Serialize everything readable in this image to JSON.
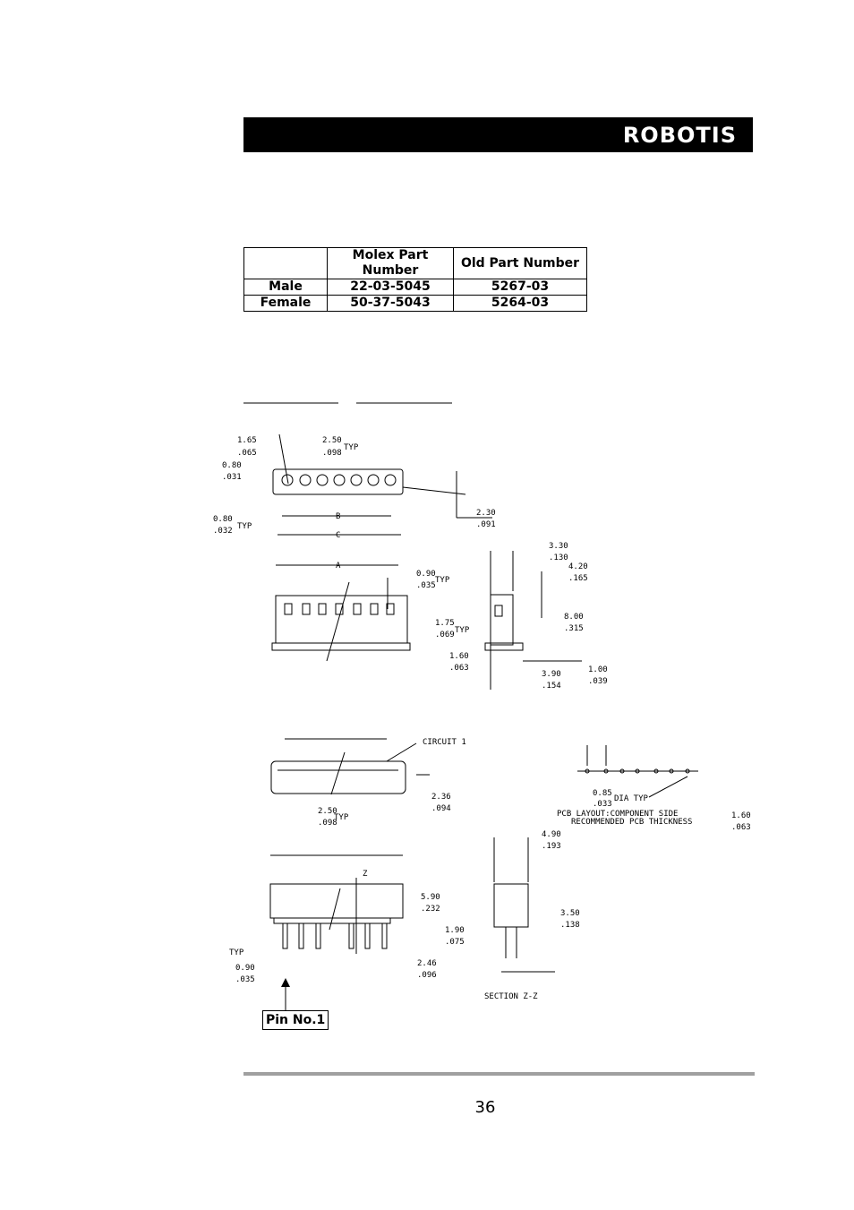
{
  "header": {
    "logo_text": "ROBOTIS"
  },
  "parts_table": {
    "columns": [
      "",
      "Molex Part Number",
      "Old Part Number"
    ],
    "rows": [
      {
        "label": "Male",
        "molex": "22-03-5045",
        "old": "5267-03"
      },
      {
        "label": "Female",
        "molex": "50-37-5043",
        "old": "5264-03"
      }
    ]
  },
  "drawing": {
    "dims": [
      "1.65",
      ".065",
      "2.50",
      "TYP",
      ".098",
      "0.80",
      ".031",
      "0.80",
      "TYP",
      ".032",
      "B",
      "C",
      "2.30",
      ".091",
      "A",
      "0.90",
      "TYP",
      ".035",
      "1.75",
      "TYP",
      ".069",
      "3.30",
      ".130",
      "4.20",
      ".165",
      "8.00",
      ".315",
      "1.60",
      ".063",
      "3.90",
      ".154",
      "1.00",
      ".039",
      "CIRCUIT 1",
      "2.36",
      ".094",
      "2.50",
      "TYP",
      ".098",
      "0.85",
      ".033",
      "DIA TYP",
      "PCB LAYOUT:COMPONENT SIDE",
      "RECOMMENDED PCB THICKNESS",
      "1.60",
      ".063",
      "4.90",
      ".193",
      "Z",
      "5.90",
      ".232",
      "3.50",
      ".138",
      "1.90",
      ".075",
      "TYP",
      "0.90",
      ".035",
      "2.46",
      ".096",
      "SECTION Z-Z"
    ],
    "pin_label": "Pin No.1"
  },
  "footer": {
    "page_number": "36"
  }
}
